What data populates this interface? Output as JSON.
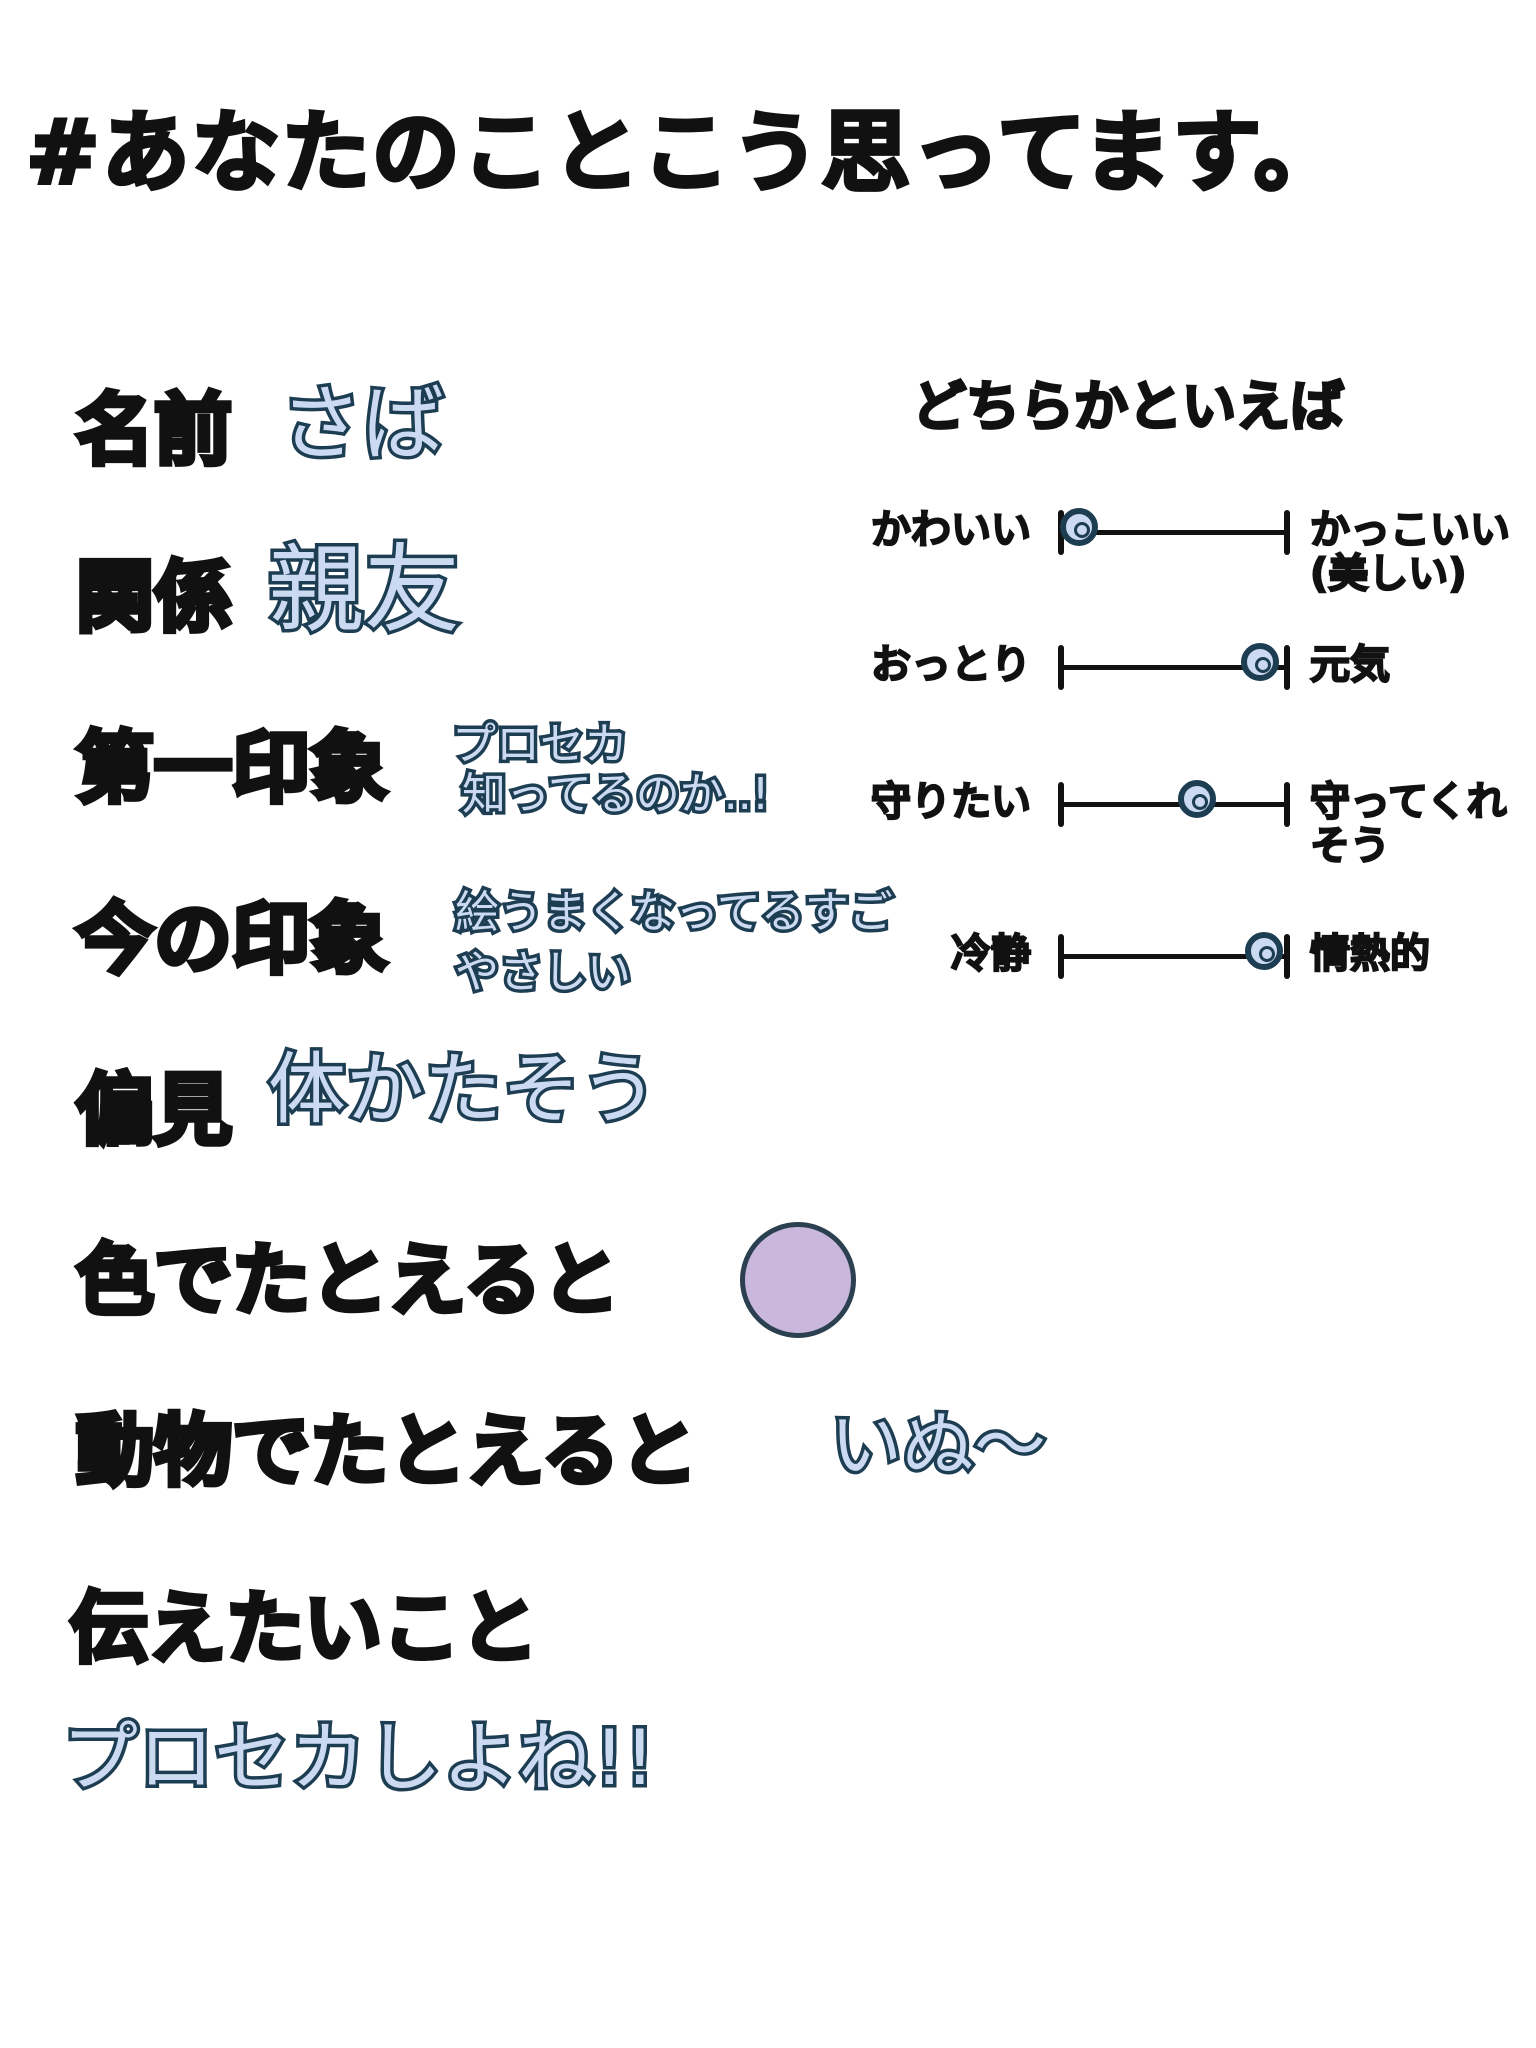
{
  "title": "#あなたのことこう思ってます。",
  "profile": {
    "name_label": "名前",
    "name_value": "さば",
    "relation_label": "関係",
    "relation_value": "親友",
    "first_impression_label": "第一印象",
    "first_impression_line1": "プロセカ",
    "first_impression_line2": "知ってるのか..!",
    "current_impression_label": "今の印象",
    "current_impression_line1": "絵うまくなってるすご",
    "current_impression_line2": "やさしい",
    "prejudice_label": "偏見",
    "prejudice_value": "体かたそう",
    "color_label": "色でたとえると",
    "color_value": "#c9b8dc",
    "animal_label": "動物でたとえると",
    "animal_value": "いぬ〜",
    "message_label": "伝えたいこと",
    "message_value": "プロセカしよね!!"
  },
  "scales": {
    "heading": "どちらかといえば",
    "items": [
      {
        "left": "かわいい",
        "right_line1": "かっこいい",
        "right_line2": "(美しい)",
        "value": 0.08
      },
      {
        "left": "おっとり",
        "right_line1": "元気",
        "right_line2": "",
        "value": 0.88
      },
      {
        "left": "守りたい",
        "right_line1": "守ってくれ",
        "right_line2": "そう",
        "value": 0.6
      },
      {
        "left": "冷静",
        "right_line1": "情熱的",
        "right_line2": "",
        "value": 0.9
      }
    ]
  }
}
